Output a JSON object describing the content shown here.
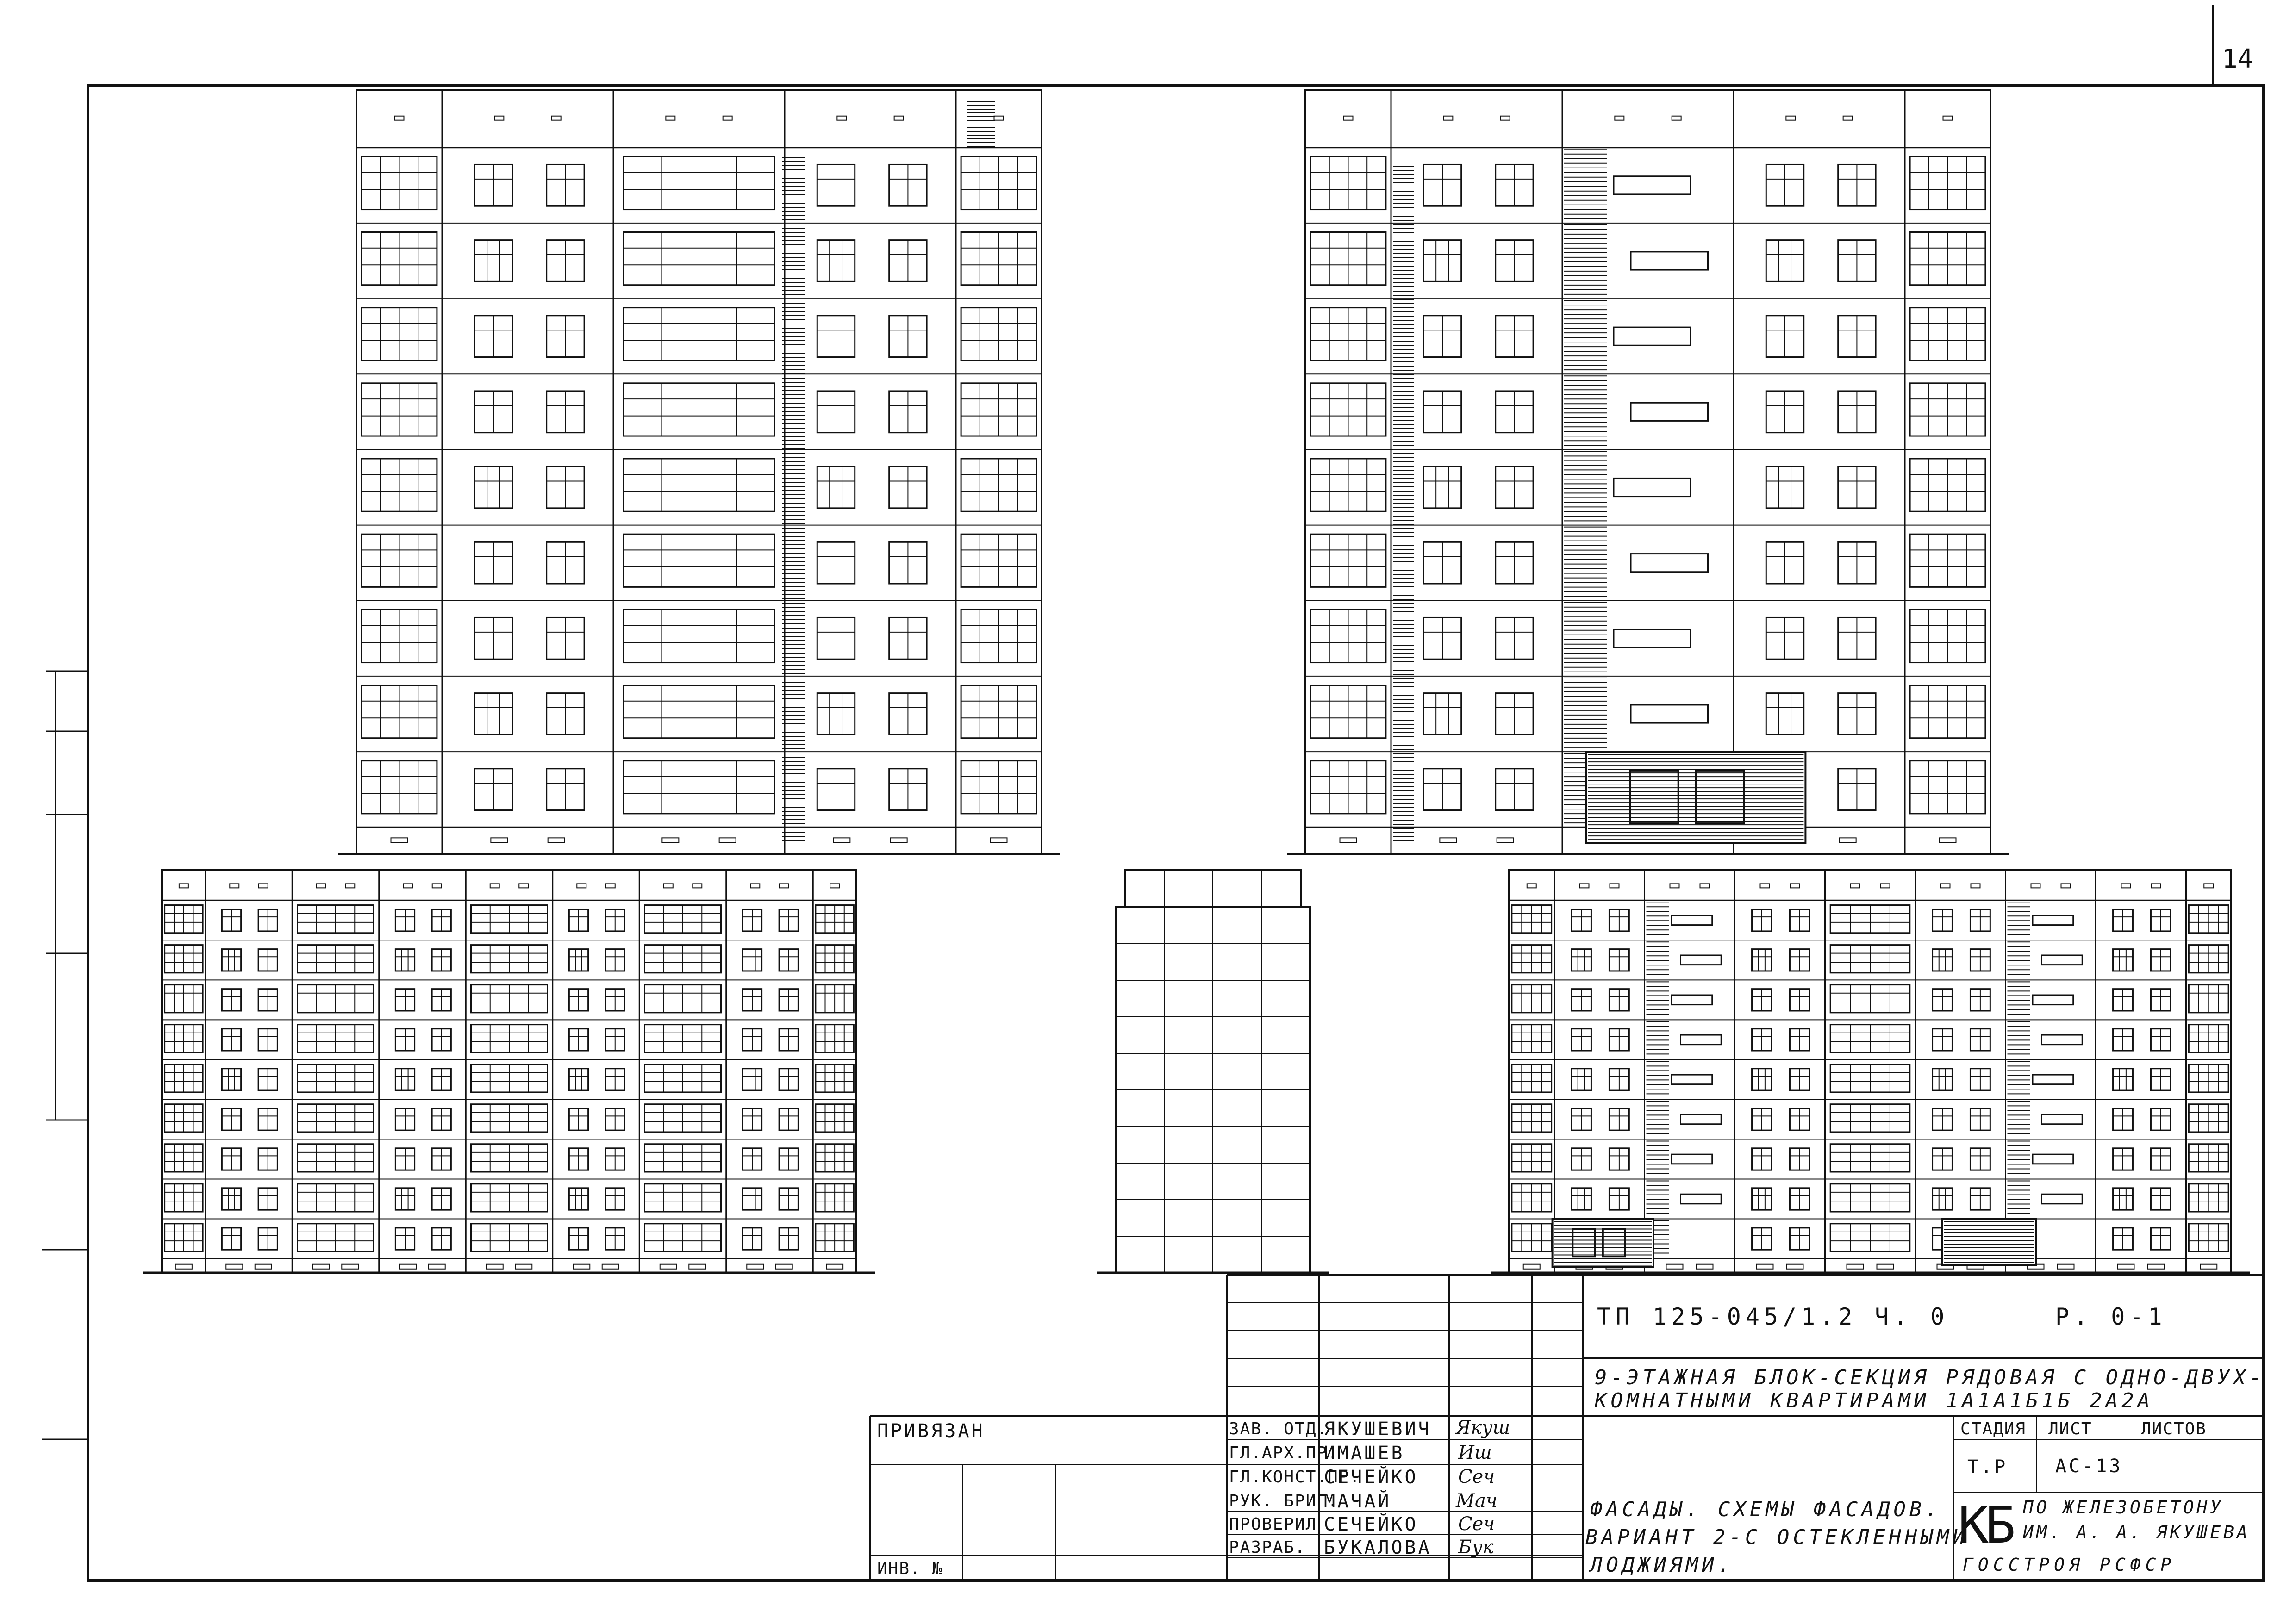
{
  "sheet_number": "14",
  "facades": [
    {
      "name": "facade-top-left",
      "floors": 9
    },
    {
      "name": "facade-top-right",
      "floors": 9
    },
    {
      "name": "facade-bottom-left",
      "floors": 9
    },
    {
      "name": "end-elevation",
      "floors": 9
    },
    {
      "name": "facade-bottom-right",
      "floors": 9
    }
  ],
  "title_block": {
    "project_code": "ТП  125-045/1.2",
    "part": "Ч. 0",
    "section": "Р. 0-1",
    "building_title_line1": "9-ЭТАЖНАЯ БЛОК-СЕКЦИЯ  РЯДОВАЯ С ОДНО-ДВУХ-",
    "building_title_line2": "КОМНАТНЫМИ  КВАРТИРАМИ  1А1А1Б1Б 2А2А",
    "privyazan_label": "ПРИВЯЗАН",
    "inv_label": "ИНВ. №",
    "roles": [
      "ЗАВ. ОТД.",
      "ГЛ.АРХ.ПР.",
      "ГЛ.КОНСТ.ПР.",
      "РУК. БРИГ.",
      "ПРОВЕРИЛ",
      "РАЗРАБ."
    ],
    "names": [
      "ЯКУШЕВИЧ",
      "ИМАШЕВ",
      "СЕЧЕЙКО",
      "МАЧАЙ",
      "СЕЧЕЙКО",
      "БУКАЛОВА"
    ],
    "stage_header": "СТАДИЯ",
    "sheet_header": "ЛИСТ",
    "sheets_header": "ЛИСТОВ",
    "stage_value": "Т.Р",
    "sheet_value": "АС-13",
    "sheets_value": "",
    "drawing_title_line1": "ФАСАДЫ.  СХЕМЫ  ФАСАДОВ.",
    "drawing_title_line2": "ВАРИАНТ 2-С ОСТЕКЛЕННЫМИ",
    "drawing_title_line3": "ЛОДЖИЯМИ.",
    "org_letters": "КБ",
    "org_line1": "ПО ЖЕЛЕЗОБЕТОНУ",
    "org_line2": "ИМ. А. А. ЯКУШЕВА",
    "org_line3": "ГОССТРОЯ  РСФСР"
  }
}
